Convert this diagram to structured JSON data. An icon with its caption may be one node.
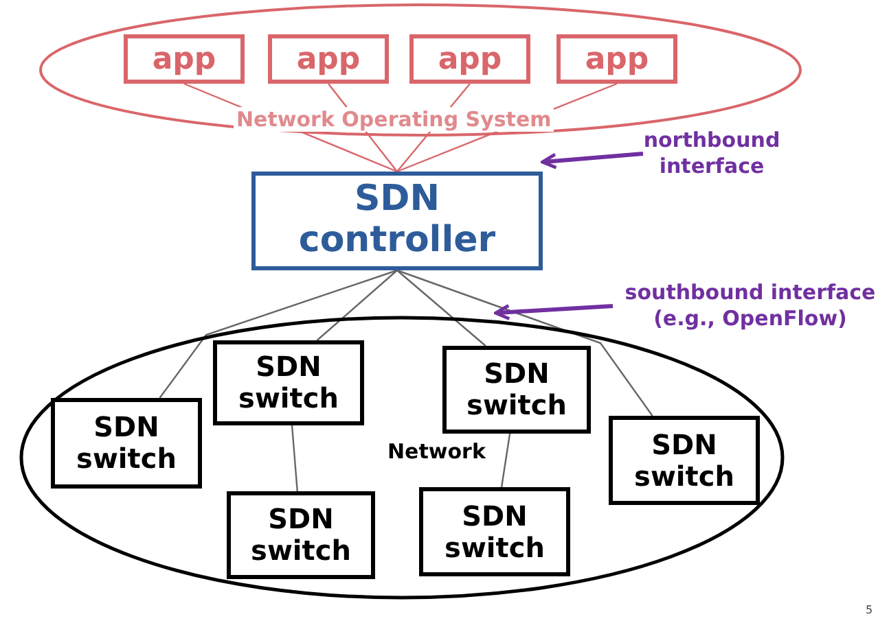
{
  "diagram": {
    "nodes": [
      {
        "text": [
          "Network Operating System"
        ]
      },
      {
        "text": [
          "app"
        ],
        "in": 0
      },
      {
        "text": [
          "app"
        ],
        "in": 0
      },
      {
        "text": [
          "app"
        ],
        "in": 0
      },
      {
        "text": [
          "app"
        ],
        "in": 0
      },
      {
        "text": [
          "SDN controller"
        ]
      },
      {
        "text": [
          "Network"
        ]
      },
      {
        "text": [
          "SDN switch"
        ],
        "in": 6
      },
      {
        "text": [
          "SDN switch"
        ],
        "in": 6
      },
      {
        "text": [
          "SDN switch"
        ],
        "in": 6
      },
      {
        "text": [
          "SDN switch"
        ],
        "in": 6
      },
      {
        "text": [
          "SDN switch"
        ],
        "in": 6
      },
      {
        "text": [
          "SDN switch"
        ],
        "in": 6
      },
      {
        "text": [
          "northbound interface"
        ]
      },
      {
        "text": [
          "southbound interface (e.g., OpenFlow)"
        ]
      }
    ],
    "edges": [
      {
        "from": 1,
        "to": 5,
        "arrow": "none",
        "color": "#d9666a"
      },
      {
        "from": 2,
        "to": 5,
        "arrow": "none",
        "color": "#d9666a"
      },
      {
        "from": 3,
        "to": 5,
        "arrow": "none",
        "color": "#d9666a"
      },
      {
        "from": 4,
        "to": 5,
        "arrow": "none",
        "color": "#d9666a"
      },
      {
        "from": 5,
        "to": 9,
        "arrow": "none"
      },
      {
        "from": 5,
        "to": 7,
        "arrow": "none"
      },
      {
        "from": 5,
        "to": 8,
        "arrow": "none"
      },
      {
        "from": 5,
        "to": 10,
        "arrow": "none"
      },
      {
        "from": 7,
        "to": 11,
        "arrow": "none"
      },
      {
        "from": 8,
        "to": 12,
        "arrow": "none"
      },
      {
        "from": 13,
        "to": 5,
        "arrow": "to",
        "color": "#7030a0",
        "style": "thick"
      },
      {
        "from": 14,
        "to": 6,
        "arrow": "to",
        "color": "#7030a0",
        "style": "thick"
      }
    ],
    "labels": [
      "5"
    ]
  }
}
